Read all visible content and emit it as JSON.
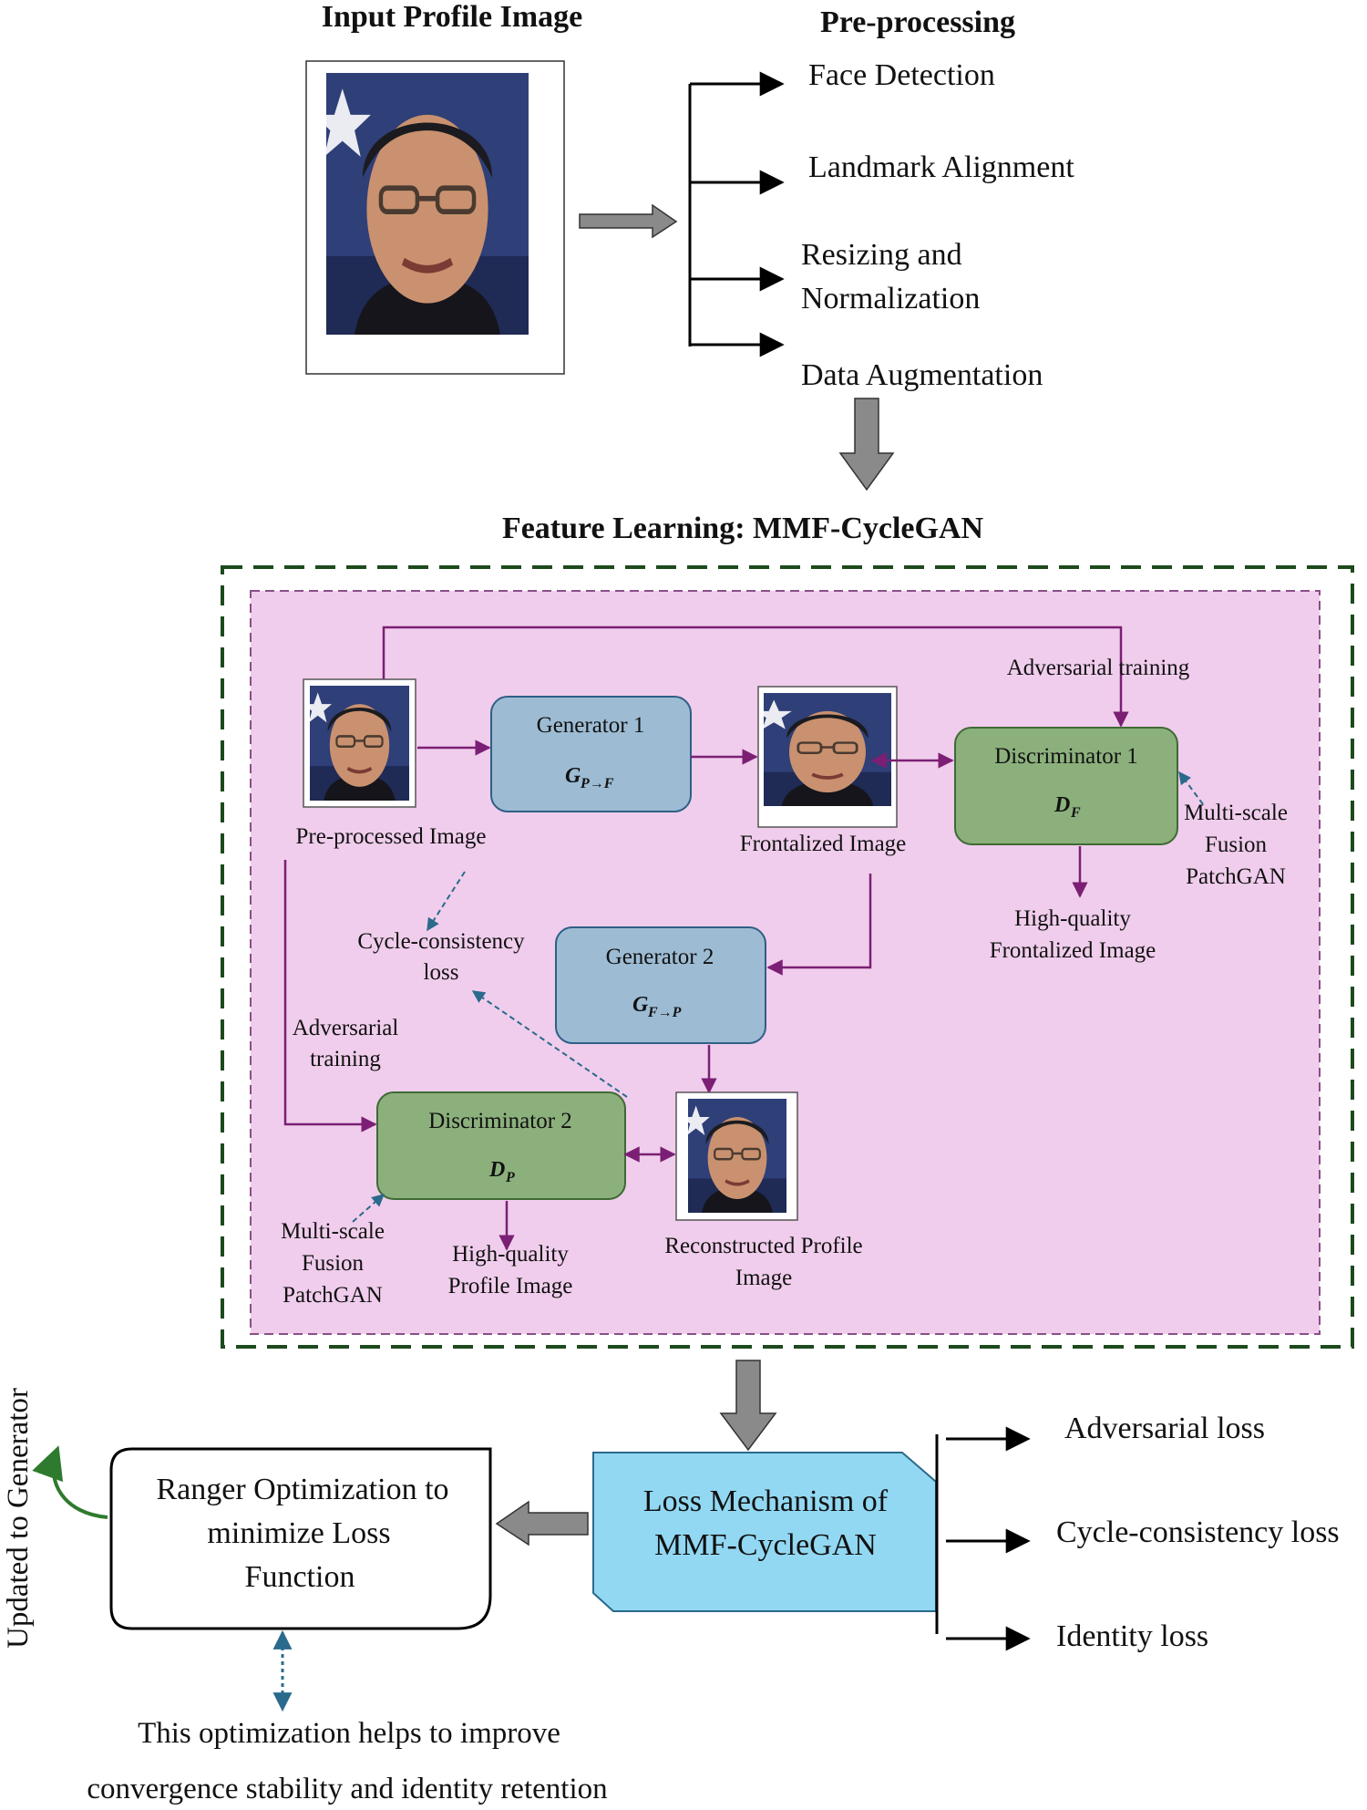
{
  "headers": {
    "input": "Input Profile Image",
    "preprocessing": "Pre-processing",
    "feature_learning": "Feature Learning: MMF-CycleGAN"
  },
  "preprocessing_steps": [
    [
      "Face Detection"
    ],
    [
      "Landmark Alignment"
    ],
    [
      "Resizing and",
      "Normalization"
    ],
    [
      "Data Augmentation"
    ]
  ],
  "cyclegan": {
    "generator1": {
      "label": "Generator 1",
      "symbol": "G",
      "subscript": "P→F"
    },
    "generator2": {
      "label": "Generator 2",
      "symbol": "G",
      "subscript": "F→P"
    },
    "discriminator1": {
      "label": "Discriminator 1",
      "symbol": "D",
      "subscript": "F"
    },
    "discriminator2": {
      "label": "Discriminator 2",
      "symbol": "D",
      "subscript": "P"
    },
    "preprocessed_image": "Pre-processed Image",
    "frontalized_image": "Frontalized Image",
    "reconstructed_image": [
      "Reconstructed Profile",
      "Image"
    ],
    "adversarial_top": "Adversarial training",
    "adversarial_left": [
      "Adversarial",
      "training"
    ],
    "cycle_loss": [
      "Cycle-consistency",
      "loss"
    ],
    "hq_frontal": [
      "High-quality",
      "Frontalized Image"
    ],
    "hq_profile": [
      "High-quality",
      "Profile Image"
    ],
    "patchgan1": [
      "Multi-scale",
      "Fusion",
      "PatchGAN"
    ],
    "patchgan2": [
      "Multi-scale",
      "Fusion",
      "PatchGAN"
    ]
  },
  "loss_mechanism": [
    "Loss Mechanism of",
    "MMF-CycleGAN"
  ],
  "losses": [
    "Adversarial loss",
    "Cycle-consistency loss",
    "Identity loss"
  ],
  "optimizer": [
    "Ranger Optimization to",
    "minimize Loss",
    "Function"
  ],
  "updated_label": "Updated to Generator",
  "note": [
    "This optimization helps to improve",
    "convergence stability and identity retention"
  ],
  "colors": {
    "purple_arrow": "#7b1f74",
    "dashed_blue": "#2a6a8c",
    "pink_panel": "#f0cdec",
    "outer_dash": "#1d4a1d",
    "generator_fill": "#9dbcd4",
    "discriminator_fill": "#8cb07c",
    "loss_box_fill": "#92d8f2",
    "gray_arrow": "#8a8a8a",
    "green_curve": "#2e7a2e"
  },
  "icons": [
    "face-photo-icon",
    "gray-arrow-icon",
    "curved-arrow-icon"
  ]
}
